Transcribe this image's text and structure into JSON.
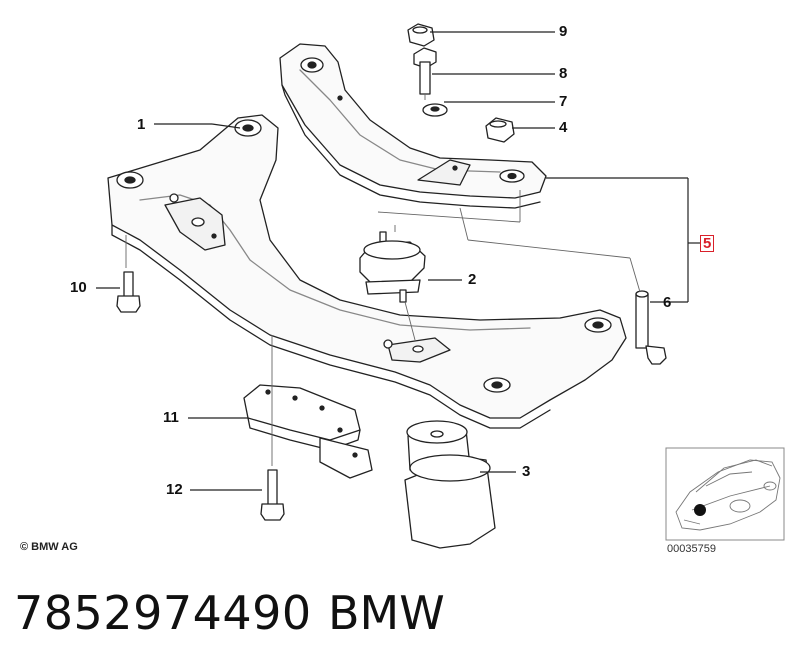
{
  "diagram": {
    "callouts": [
      {
        "id": "1",
        "label": "1"
      },
      {
        "id": "2",
        "label": "2"
      },
      {
        "id": "3",
        "label": "3"
      },
      {
        "id": "4",
        "label": "4"
      },
      {
        "id": "5",
        "label": "5"
      },
      {
        "id": "6",
        "label": "6"
      },
      {
        "id": "7",
        "label": "7"
      },
      {
        "id": "8",
        "label": "8"
      },
      {
        "id": "9",
        "label": "9"
      },
      {
        "id": "10",
        "label": "10"
      },
      {
        "id": "11",
        "label": "11"
      },
      {
        "id": "12",
        "label": "12"
      }
    ],
    "highlight_color": "#d9202a",
    "copyright": "© BMW AG",
    "reference_code": "00035759"
  },
  "footer": {
    "part_number": "7852974490",
    "brand": "BMW"
  }
}
